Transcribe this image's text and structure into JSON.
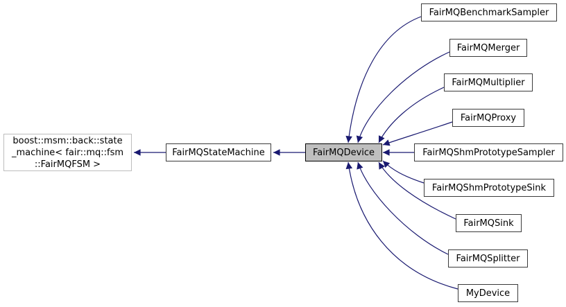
{
  "diagram_type": "class-inheritance-graph",
  "colors": {
    "edge": "#191970",
    "node_border": "#3a3a3a",
    "external_border": "#bdbdbd",
    "highlight_fill": "#bfbfbf",
    "node_fill": "#ffffff",
    "text": "#000000",
    "background": "#ffffff"
  },
  "nodes": {
    "base_external": {
      "label": "boost::msm::back::state\n_machine< fair::mq::fsm\n::FairMQFSM >"
    },
    "state_machine": {
      "label": "FairMQStateMachine"
    },
    "device": {
      "label": "FairMQDevice"
    },
    "derived": [
      {
        "label": "FairMQBenchmarkSampler"
      },
      {
        "label": "FairMQMerger"
      },
      {
        "label": "FairMQMultiplier"
      },
      {
        "label": "FairMQProxy"
      },
      {
        "label": "FairMQShmPrototypeSampler"
      },
      {
        "label": "FairMQShmPrototypeSink"
      },
      {
        "label": "FairMQSink"
      },
      {
        "label": "FairMQSplitter"
      },
      {
        "label": "MyDevice"
      }
    ]
  }
}
